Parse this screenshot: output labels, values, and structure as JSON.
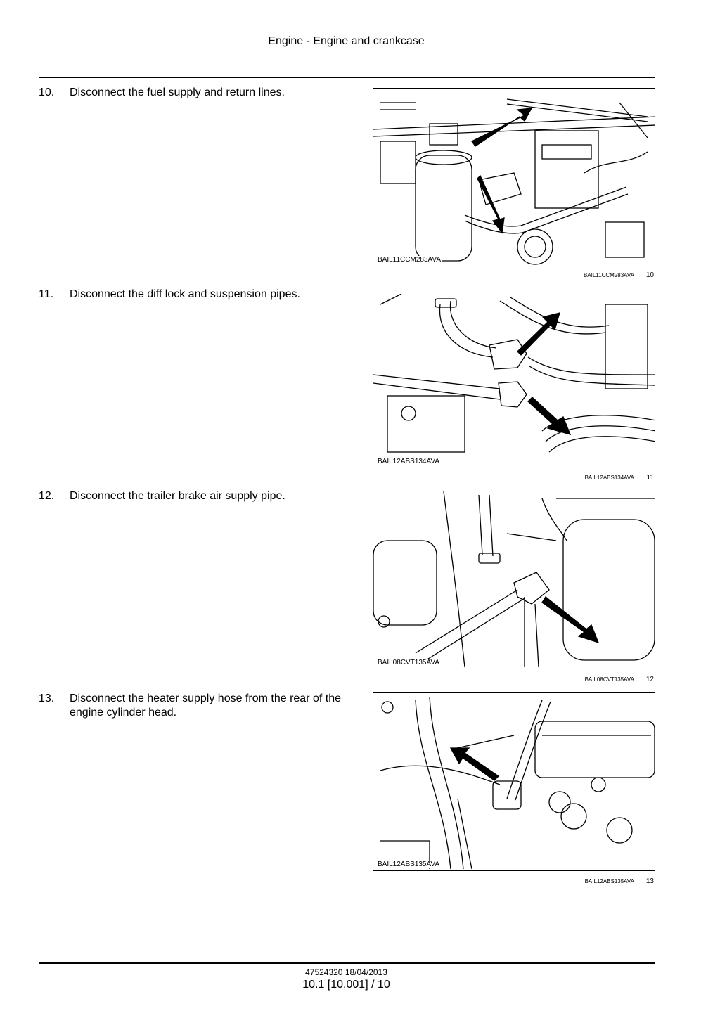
{
  "header": {
    "title": "Engine - Engine and crankcase"
  },
  "steps": [
    {
      "number": "10.",
      "text": "Disconnect the fuel supply and return lines.",
      "figure_id": "BAIL11CCM283AVA",
      "figure_number": "10"
    },
    {
      "number": "11.",
      "text": "Disconnect the diff lock and suspension pipes.",
      "figure_id": "BAIL12ABS134AVA",
      "figure_number": "11"
    },
    {
      "number": "12.",
      "text": "Disconnect the trailer brake air supply pipe.",
      "figure_id": "BAIL08CVT135AVA",
      "figure_number": "12"
    },
    {
      "number": "13.",
      "text": "Disconnect the heater supply hose from the rear of the engine cylinder head.",
      "figure_id": "BAIL12ABS135AVA",
      "figure_number": "13"
    }
  ],
  "footer": {
    "doc_ref": "47524320 18/04/2013",
    "page": "10.1 [10.001] / 10"
  }
}
